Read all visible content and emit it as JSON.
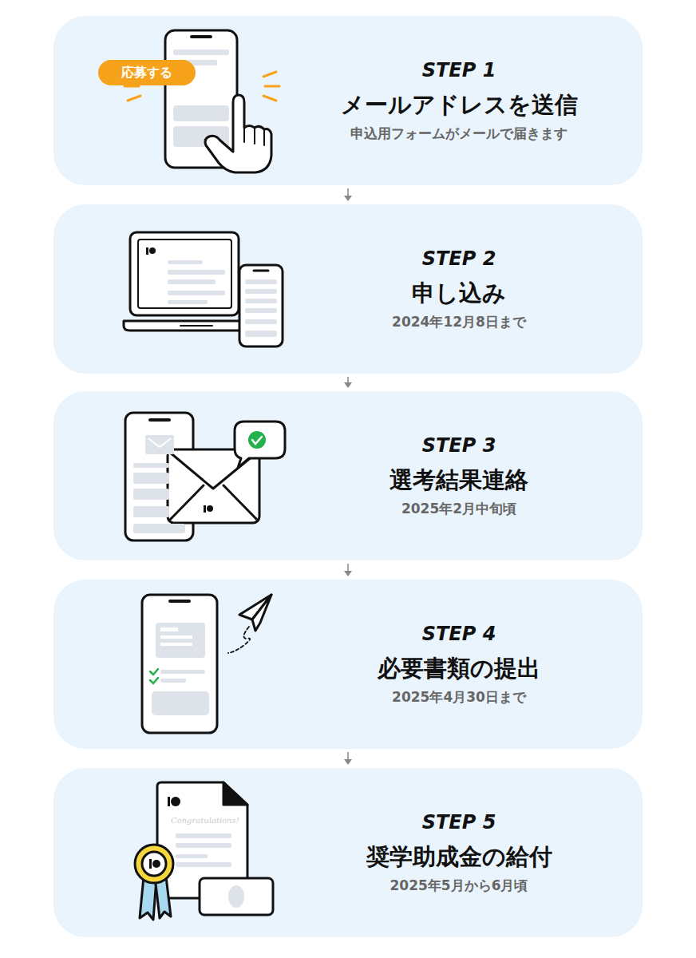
{
  "diagram": {
    "nodes": [
      {
        "text": [
          "STEP 1",
          "メールアドレスを送信",
          "申込用フォームがメールで届きます"
        ]
      },
      {
        "text": [
          "応募する"
        ],
        "in": 0
      },
      {
        "text": [
          "STEP 2",
          "申し込み",
          "2024年12月8日まで"
        ]
      },
      {
        "text": [
          "STEP 3",
          "選考結果連絡",
          "2025年2月中旬頃"
        ]
      },
      {
        "text": [
          "STEP 4",
          "必要書類の提出",
          "2025年4月30日まで"
        ]
      },
      {
        "text": [
          "STEP 5",
          "奨学助成金の給付",
          "2025年5月から6月頃"
        ]
      }
    ],
    "edges": [
      {
        "from": 0,
        "to": 2,
        "arrow": "to"
      },
      {
        "from": 2,
        "to": 3,
        "arrow": "to"
      },
      {
        "from": 3,
        "to": 4,
        "arrow": "to"
      },
      {
        "from": 4,
        "to": 5,
        "arrow": "to"
      }
    ],
    "labels": [
      "Congratulations!"
    ]
  }
}
